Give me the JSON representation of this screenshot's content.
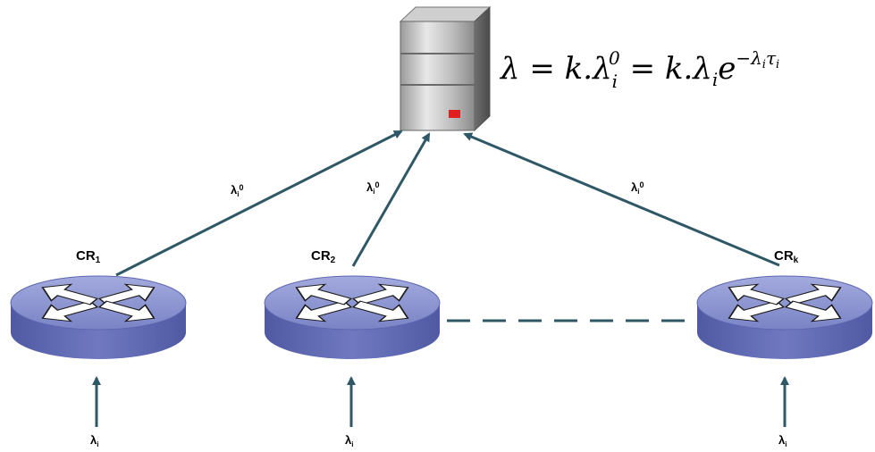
{
  "formula": {
    "lambda": "λ",
    "eq1": " = k.λ",
    "sub_i1": "i",
    "sup_0": "0",
    "eq2": " = k.λ",
    "sub_i2": "i",
    "e": "e",
    "exp": "−λ",
    "exp_sub_i": "i",
    "tau": "τ",
    "tau_sub_i": "i"
  },
  "routers": [
    {
      "label": "CR",
      "sub": "1"
    },
    {
      "label": "CR",
      "sub": "2"
    },
    {
      "label": "CR",
      "sub": "k"
    }
  ],
  "uplinks": [
    {
      "label": "λ",
      "sub": "i",
      "sup": "0"
    },
    {
      "label": "λ",
      "sub": "i",
      "sup": "0"
    },
    {
      "label": "λ",
      "sub": "i",
      "sup": "0"
    }
  ],
  "inputs": [
    {
      "label": "λ",
      "sub": "i"
    },
    {
      "label": "λ",
      "sub": "i"
    },
    {
      "label": "λ",
      "sub": "i"
    }
  ],
  "colors": {
    "router_top": "#8a93cf",
    "router_side": "#5d67b0",
    "arrow": "#2f5866",
    "server_light": "#d6d6d6",
    "server_dark": "#7d7d7d",
    "led": "#e02020"
  }
}
